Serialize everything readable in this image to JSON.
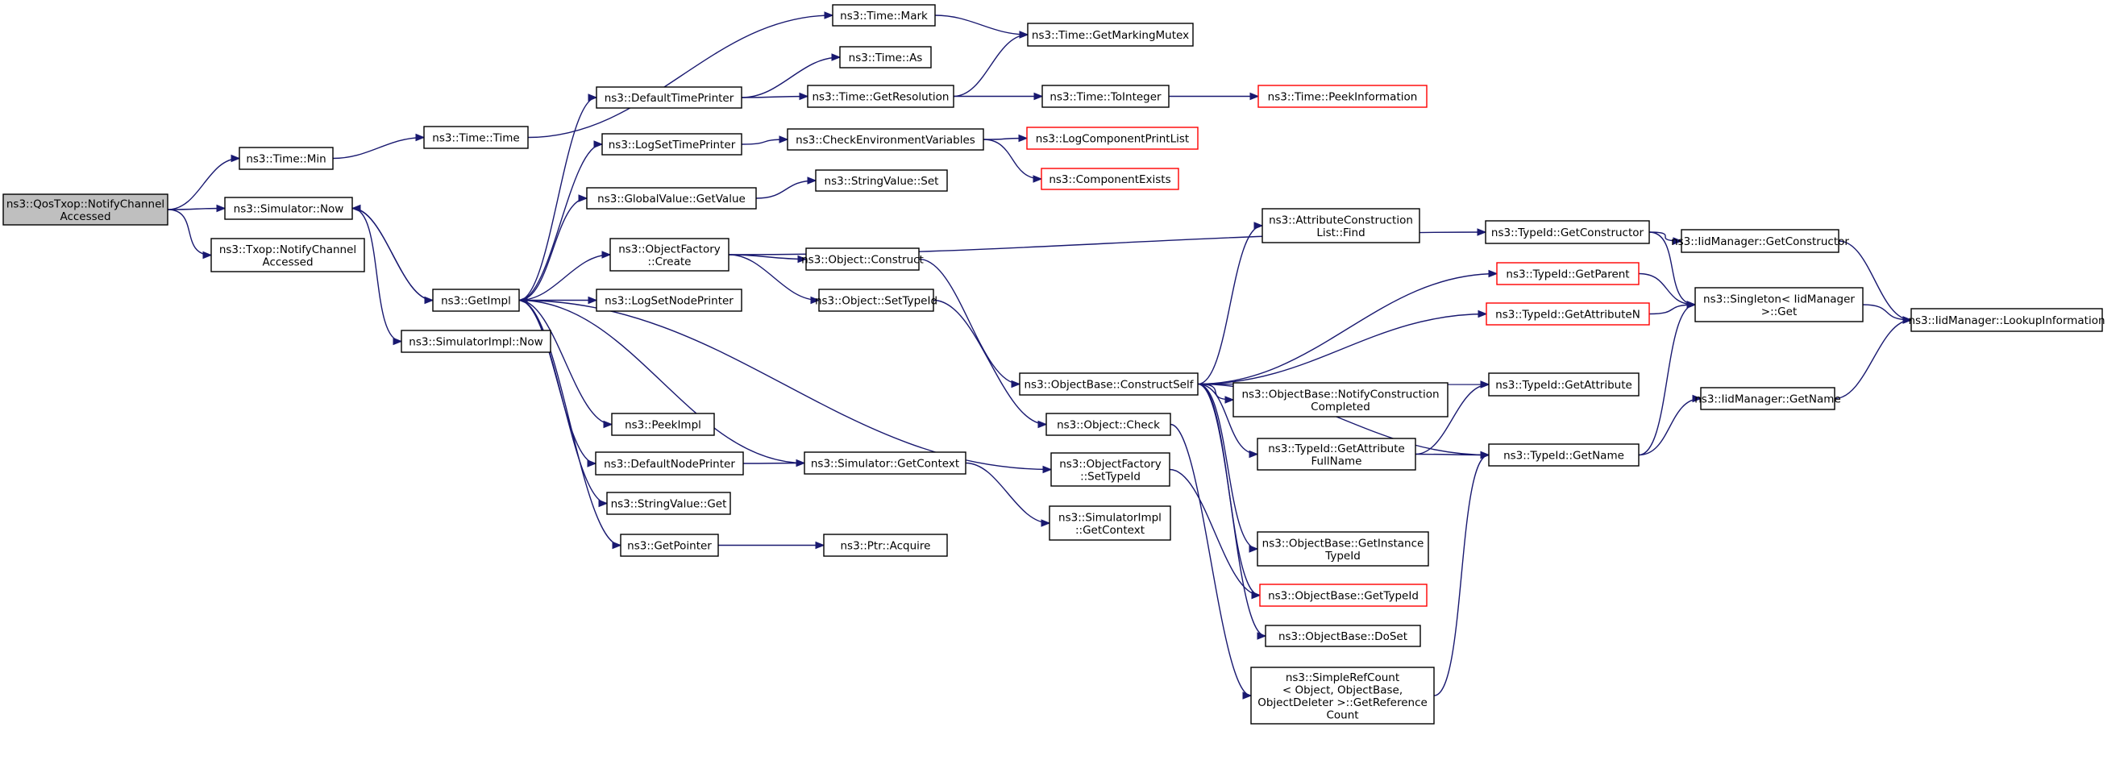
{
  "nodes": [
    {
      "id": "n0",
      "lines": [
        "ns3::QosTxop::NotifyChannel",
        "Accessed"
      ],
      "root": true
    },
    {
      "id": "n1",
      "lines": [
        "ns3::Time::Min"
      ]
    },
    {
      "id": "n2",
      "lines": [
        "ns3::Simulator::Now"
      ]
    },
    {
      "id": "n3",
      "lines": [
        "ns3::Txop::NotifyChannel",
        "Accessed"
      ]
    },
    {
      "id": "n4",
      "lines": [
        "ns3::Time::Time"
      ]
    },
    {
      "id": "n5",
      "lines": [
        "ns3::GetImpl"
      ]
    },
    {
      "id": "n6",
      "lines": [
        "ns3::SimulatorImpl::Now"
      ]
    },
    {
      "id": "n7",
      "lines": [
        "ns3::Time::Mark"
      ]
    },
    {
      "id": "n8",
      "lines": [
        "ns3::Time::GetMarkingMutex"
      ]
    },
    {
      "id": "n9",
      "lines": [
        "ns3::DefaultTimePrinter"
      ]
    },
    {
      "id": "n10",
      "lines": [
        "ns3::Time::As"
      ]
    },
    {
      "id": "n11",
      "lines": [
        "ns3::Time::GetResolution"
      ]
    },
    {
      "id": "n12",
      "lines": [
        "ns3::Time::ToInteger"
      ]
    },
    {
      "id": "n13",
      "lines": [
        "ns3::Time::PeekInformation"
      ],
      "red": true
    },
    {
      "id": "n14",
      "lines": [
        "ns3::LogSetTimePrinter"
      ]
    },
    {
      "id": "n15",
      "lines": [
        "ns3::CheckEnvironmentVariables"
      ]
    },
    {
      "id": "n16",
      "lines": [
        "ns3::LogComponentPrintList"
      ],
      "red": true
    },
    {
      "id": "n17",
      "lines": [
        "ns3::ComponentExists"
      ],
      "red": true
    },
    {
      "id": "n18",
      "lines": [
        "ns3::GlobalValue::GetValue"
      ]
    },
    {
      "id": "n19",
      "lines": [
        "ns3::StringValue::Set"
      ]
    },
    {
      "id": "n20",
      "lines": [
        "ns3::ObjectFactory",
        "::Create"
      ]
    },
    {
      "id": "n21",
      "lines": [
        "ns3::Object::Construct"
      ]
    },
    {
      "id": "n22",
      "lines": [
        "ns3::Object::SetTypeId"
      ]
    },
    {
      "id": "n23",
      "lines": [
        "ns3::LogSetNodePrinter"
      ]
    },
    {
      "id": "n24",
      "lines": [
        "ns3::AttributeConstruction",
        "List::Find"
      ]
    },
    {
      "id": "n25",
      "lines": [
        "ns3::TypeId::GetConstructor"
      ]
    },
    {
      "id": "n26",
      "lines": [
        "ns3::IidManager::GetConstructor"
      ]
    },
    {
      "id": "n27",
      "lines": [
        "ns3::TypeId::GetParent"
      ],
      "red": true
    },
    {
      "id": "n28",
      "lines": [
        "ns3::Singleton< IidManager",
        ">::Get"
      ]
    },
    {
      "id": "n29",
      "lines": [
        "ns3::IidManager::LookupInformation"
      ]
    },
    {
      "id": "n30",
      "lines": [
        "ns3::TypeId::GetAttributeN"
      ],
      "red": true
    },
    {
      "id": "n31",
      "lines": [
        "ns3::ObjectBase::ConstructSelf"
      ]
    },
    {
      "id": "n32",
      "lines": [
        "ns3::TypeId::GetAttribute"
      ]
    },
    {
      "id": "n33",
      "lines": [
        "ns3::ObjectBase::NotifyConstruction",
        "Completed"
      ]
    },
    {
      "id": "n34",
      "lines": [
        "ns3::IidManager::GetName"
      ]
    },
    {
      "id": "n35",
      "lines": [
        "ns3::PeekImpl"
      ]
    },
    {
      "id": "n36",
      "lines": [
        "ns3::Object::Check"
      ]
    },
    {
      "id": "n37",
      "lines": [
        "ns3::TypeId::GetAttribute",
        "FullName"
      ]
    },
    {
      "id": "n38",
      "lines": [
        "ns3::TypeId::GetName"
      ]
    },
    {
      "id": "n39",
      "lines": [
        "ns3::DefaultNodePrinter"
      ]
    },
    {
      "id": "n40",
      "lines": [
        "ns3::Simulator::GetContext"
      ]
    },
    {
      "id": "n41",
      "lines": [
        "ns3::ObjectFactory",
        "::SetTypeId"
      ]
    },
    {
      "id": "n42",
      "lines": [
        "ns3::StringValue::Get"
      ]
    },
    {
      "id": "n43",
      "lines": [
        "ns3::SimulatorImpl",
        "::GetContext"
      ]
    },
    {
      "id": "n44",
      "lines": [
        "ns3::GetPointer"
      ]
    },
    {
      "id": "n45",
      "lines": [
        "ns3::Ptr::Acquire"
      ]
    },
    {
      "id": "n46",
      "lines": [
        "ns3::ObjectBase::GetInstance",
        "TypeId"
      ]
    },
    {
      "id": "n47",
      "lines": [
        "ns3::ObjectBase::GetTypeId"
      ],
      "red": true
    },
    {
      "id": "n48",
      "lines": [
        "ns3::ObjectBase::DoSet"
      ]
    },
    {
      "id": "n49",
      "lines": [
        "ns3::SimpleRefCount",
        "< Object, ObjectBase,",
        "ObjectDeleter >::GetReference",
        "Count"
      ]
    }
  ],
  "edges": [
    [
      "n0",
      "n1"
    ],
    [
      "n0",
      "n2"
    ],
    [
      "n0",
      "n3"
    ],
    [
      "n1",
      "n4"
    ],
    [
      "n4",
      "n7"
    ],
    [
      "n7",
      "n8"
    ],
    [
      "n2",
      "n5"
    ],
    [
      "n2",
      "n6"
    ],
    [
      "n5",
      "n9"
    ],
    [
      "n5",
      "n14"
    ],
    [
      "n5",
      "n18"
    ],
    [
      "n5",
      "n20"
    ],
    [
      "n5",
      "n23"
    ],
    [
      "n5",
      "n35"
    ],
    [
      "n5",
      "n39"
    ],
    [
      "n5",
      "n42"
    ],
    [
      "n5",
      "n44"
    ],
    [
      "n5",
      "n41"
    ],
    [
      "n5",
      "n2"
    ],
    [
      "n9",
      "n10"
    ],
    [
      "n9",
      "n11"
    ],
    [
      "n11",
      "n8"
    ],
    [
      "n11",
      "n12"
    ],
    [
      "n12",
      "n13"
    ],
    [
      "n14",
      "n15"
    ],
    [
      "n15",
      "n16"
    ],
    [
      "n15",
      "n17"
    ],
    [
      "n18",
      "n19"
    ],
    [
      "n20",
      "n21"
    ],
    [
      "n20",
      "n22"
    ],
    [
      "n20",
      "n25"
    ],
    [
      "n21",
      "n31"
    ],
    [
      "n22",
      "n36"
    ],
    [
      "n25",
      "n26"
    ],
    [
      "n25",
      "n28"
    ],
    [
      "n26",
      "n29"
    ],
    [
      "n27",
      "n28"
    ],
    [
      "n30",
      "n28"
    ],
    [
      "n28",
      "n29"
    ],
    [
      "n34",
      "n29"
    ],
    [
      "n31",
      "n24"
    ],
    [
      "n31",
      "n27"
    ],
    [
      "n31",
      "n30"
    ],
    [
      "n31",
      "n32"
    ],
    [
      "n31",
      "n33"
    ],
    [
      "n31",
      "n37"
    ],
    [
      "n31",
      "n38"
    ],
    [
      "n31",
      "n46"
    ],
    [
      "n31",
      "n47"
    ],
    [
      "n31",
      "n48"
    ],
    [
      "n37",
      "n32"
    ],
    [
      "n37",
      "n38"
    ],
    [
      "n38",
      "n28"
    ],
    [
      "n38",
      "n34"
    ],
    [
      "n36",
      "n49"
    ],
    [
      "n41",
      "n47"
    ],
    [
      "n39",
      "n40"
    ],
    [
      "n40",
      "n5"
    ],
    [
      "n40",
      "n43"
    ],
    [
      "n44",
      "n45"
    ],
    [
      "n49",
      "n38"
    ]
  ]
}
